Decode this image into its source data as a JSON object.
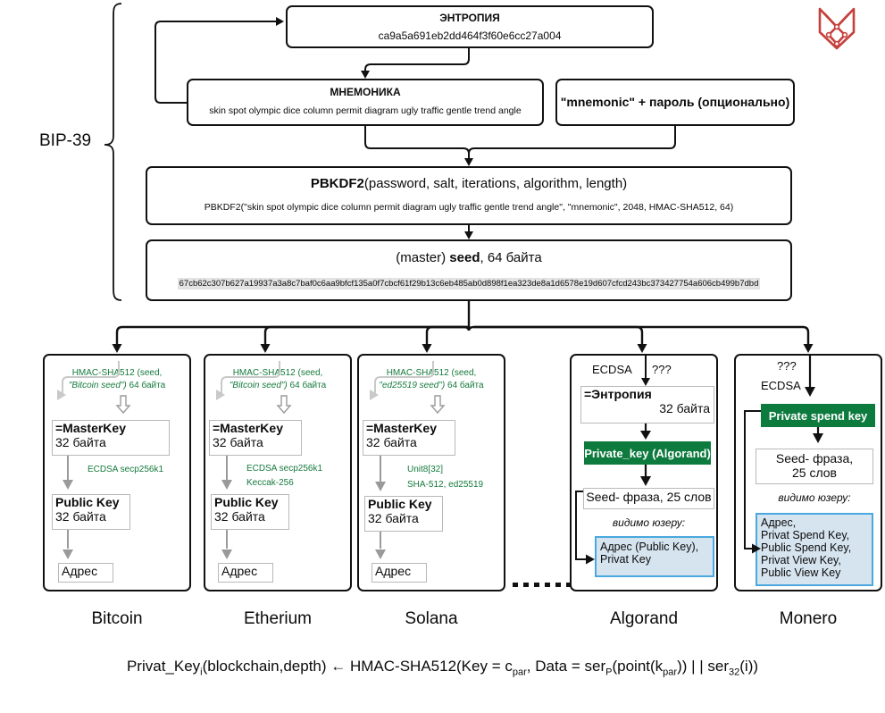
{
  "logo": {
    "name": "fox-logo",
    "color": "#c6403c"
  },
  "bip39": {
    "label": "BIP-39"
  },
  "entropy": {
    "title": "ЭНТРОПИЯ",
    "value": "ca9a5a691eb2dd464f3f60e6cc27a004"
  },
  "mnemonic": {
    "title": "МНЕМОНИКА",
    "value": "skin spot olympic dice column permit diagram ugly traffic gentle trend angle"
  },
  "passphrase": {
    "label": "\"mnemonic\" + пароль (опционально)"
  },
  "pbkdf2": {
    "title_bold": "PBKDF2",
    "title_rest": "(password, salt, iterations, algorithm, length)",
    "call": "PBKDF2(\"skin spot olympic dice column permit diagram ugly traffic gentle trend angle\", \"mnemonic\", 2048, HMAC-SHA512, 64)"
  },
  "seed": {
    "title_pre": "(master) ",
    "title_bold": "seed",
    "title_post": ",  64 байта",
    "hex": "67cb62c307b627a19937a3a8c7baf0c6aa9bfcf135a0f7cbcf61f29b13c6eb485ab0d898f1ea323de8a1d6578e19d607cfcd243bc373427754a606cb499b7dbd"
  },
  "ellipsis": {
    "label": "......."
  },
  "columns": [
    {
      "name": "bitcoin",
      "label": "Bitcoin",
      "kdf_line1": "HMAC-SHA512 (seed,",
      "kdf_quoted": "\"Bitcoin seed\")",
      "kdf_tail": " 64 байта",
      "masterkey_label": "=MasterKey",
      "masterkey_size": "32 байта",
      "algos": [
        "ECDSA secp256k1"
      ],
      "publickey_label": "Public Key",
      "publickey_size": "32 байта",
      "address": "Адрес"
    },
    {
      "name": "ethereum",
      "label": "Etherium",
      "kdf_line1": "HMAC-SHA512 (seed,",
      "kdf_quoted": "\"Bitcoin seed\")",
      "kdf_tail": " 64 байта",
      "masterkey_label": "=MasterKey",
      "masterkey_size": "32 байта",
      "algos": [
        "ECDSA secp256k1",
        "Keccak-256"
      ],
      "publickey_label": "Public Key",
      "publickey_size": "32 байта",
      "address": "Адрес"
    },
    {
      "name": "solana",
      "label": "Solana",
      "kdf_line1": "HMAC-SHA512 (seed,",
      "kdf_quoted": "\"ed25519 seed\")",
      "kdf_tail": " 64 байта",
      "masterkey_label": "=MasterKey",
      "masterkey_size": "32 байта",
      "algos": [
        "Unit8[32]",
        "SHA-512, ed25519"
      ],
      "publickey_label": "Public Key",
      "publickey_size": "32 байта",
      "address": "Адрес"
    }
  ],
  "algorand": {
    "label": "Algorand",
    "top_left": "ECDSA",
    "top_right": "???",
    "entropy_label": "=Энтропия",
    "entropy_size": "32 байта",
    "private_key": "Private_key (Algorand)",
    "seed_phrase": "Seed- фраза, 25 слов",
    "visible_note": "видимо юзеру:",
    "visible_items": [
      "Адрес (Public Key),",
      "Privat Key"
    ]
  },
  "monero": {
    "label": "Monero",
    "top_q": "???",
    "top_algo": "ECDSA",
    "spend_key": "Private spend key",
    "seed_phrase_l1": "Seed- фраза,",
    "seed_phrase_l2": "25 слов",
    "visible_note": "видимо юзеру:",
    "visible_items": [
      "Адрес,",
      "Privat Spend Key,",
      "Public Spend Key,",
      "Privat View Key,",
      "Public View Key"
    ]
  },
  "formula": {
    "p1": "Privat_Key",
    "sub1": "i",
    "p2": "(blockchain,depth) ←  HMAC-SHA512(Key = c",
    "sub2": "par",
    "p3": ", Data = ser",
    "sub3": "P",
    "p4": "(point(k",
    "sub4": "par",
    "p5": ")) | | ser",
    "sub5": "32",
    "p6": "(i))"
  }
}
